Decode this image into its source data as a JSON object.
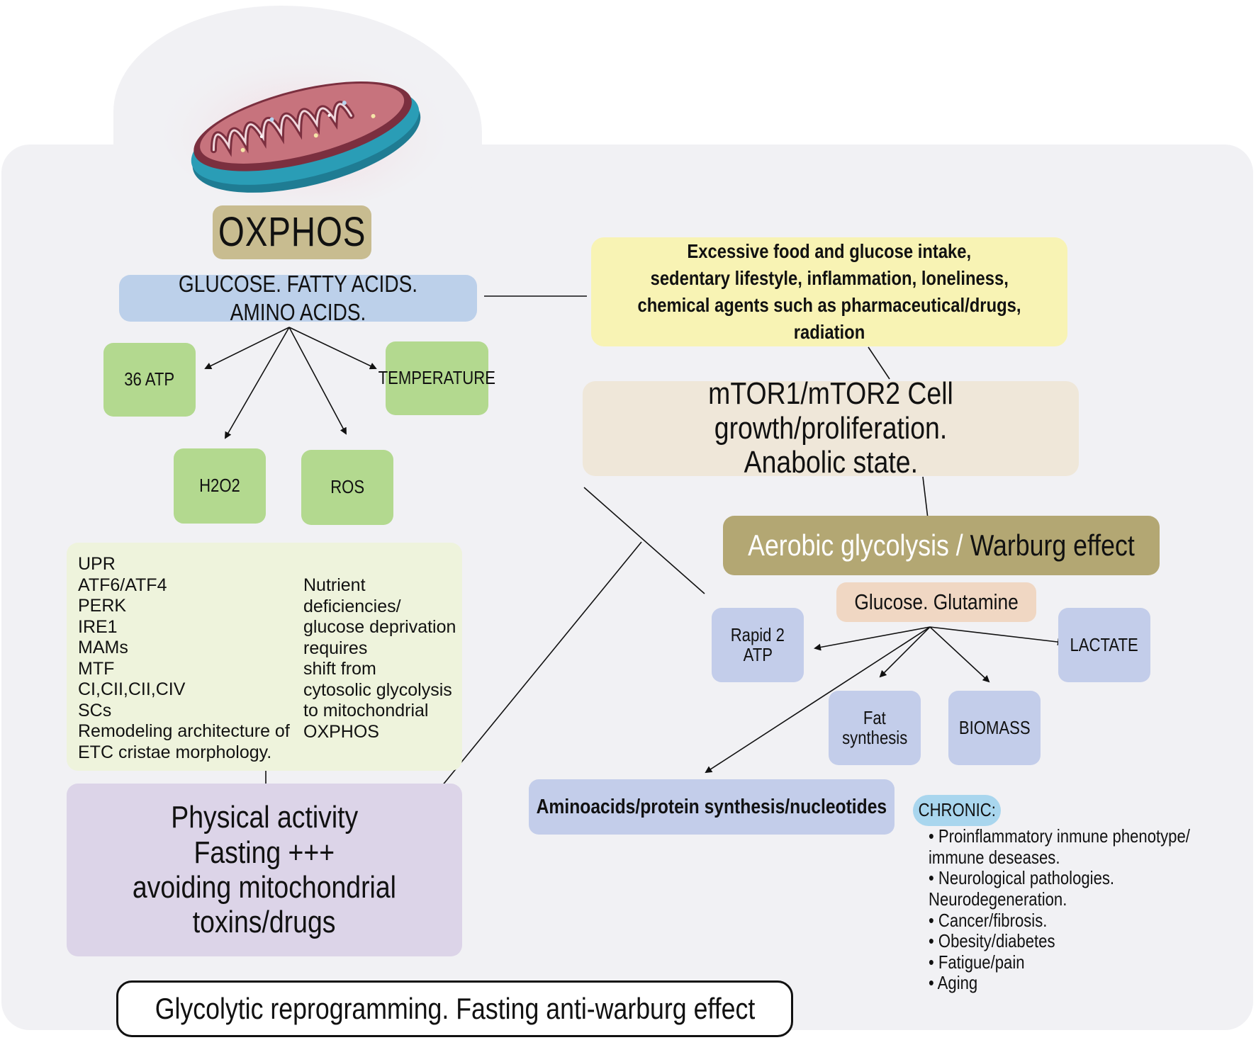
{
  "oxphos": {
    "title": "OXPHOS",
    "substrates": "GLUCOSE. FATTY ACIDS. AMINO ACIDS.",
    "products": [
      "36 ATP",
      "TEMPERATURE",
      "H2O2",
      "ROS"
    ],
    "mechanisms": [
      "UPR",
      "ATF6/ATF4",
      "PERK",
      "IRE1",
      "MAMs",
      "MTF",
      "CI,CII,CII,CIV",
      "SCs",
      "Remodeling architecture of",
      "ETC cristae morphology."
    ],
    "nutrient_shift": [
      "Nutrient deficiencies/",
      "glucose deprivation",
      "requires",
      "shift from",
      "cytosolic glycolysis",
      "to mitochondrial",
      "OXPHOS"
    ]
  },
  "lifestyle": {
    "lines": [
      "Physical activity",
      "Fasting +++",
      "avoiding mitochondrial",
      "toxins/drugs"
    ]
  },
  "risk_factors": {
    "lines": [
      "Excessive food and glucose intake,",
      "sedentary lifestyle, inflammation, loneliness,",
      "chemical agents such as pharmaceutical/drugs, radiation"
    ]
  },
  "mtor": {
    "lines": [
      "mTOR1/mTOR2 Cell growth/proliferation.",
      "Anabolic state."
    ]
  },
  "warburg": {
    "title_part1": "Aerobic glycolysis",
    "separator": "/",
    "title_part2": "Warburg effect",
    "substrates": "Glucose. Glutamine",
    "products": {
      "rapid_atp": [
        "Rapid 2",
        "ATP"
      ],
      "lactate": "LACTATE",
      "fat": [
        "Fat",
        "synthesis"
      ],
      "biomass": "BIOMASS",
      "aminoacids": "Aminoacids/protein synthesis/nucleotides"
    }
  },
  "chronic": {
    "label": "CHRONIC:",
    "items": [
      "•  Proinflammatory inmune phenotype/",
      "immune deseases.",
      " • Neurological pathologies.",
      "Neurodegeneration.",
      " • Cancer/fibrosis.",
      " • Obesity/diabetes",
      " • Fatigue/pain",
      " • Aging"
    ]
  },
  "caption": "Glycolytic reprogramming. Fasting anti-warburg effect",
  "colors": {
    "panel": "#f1f1f4",
    "green_box": "#b3d98f",
    "blue_box": "#c3cdea",
    "substrate_blue": "#bcd0ea",
    "oxphos_tan": "#c8bc90",
    "warburg_olive": "#b3a773",
    "risk_yellow": "#f8f3b4",
    "mtor_beige": "#efe7d9",
    "glucose_peach": "#f0d7c3",
    "lifestyle_purple": "#dcd4e8",
    "mechanism_green": "#eef3dc",
    "chronic_cyan": "#a9d6ee"
  }
}
